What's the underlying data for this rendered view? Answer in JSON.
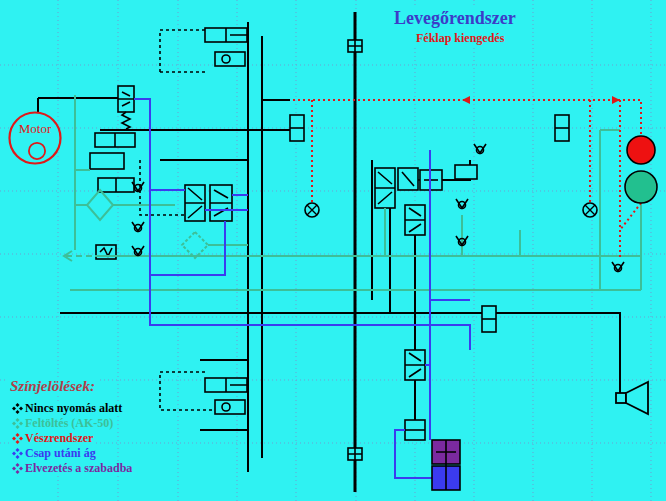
{
  "diagram": {
    "title": "Levegőrendszer",
    "nodes": [
      {
        "text": [
          "Motor"
        ]
      }
    ],
    "labels": [
      "Féklap kiengedés",
      "Színjelölések:"
    ],
    "legend": [
      {
        "text": "Nincs nyomás alatt",
        "color": "#000000"
      },
      {
        "text": "Feltöltés (AK-50)",
        "color": "#3dbf98"
      },
      {
        "text": "Vészrendszer",
        "color": "#e01818"
      },
      {
        "text": "Csap utáni ág",
        "color": "#3b3bef"
      },
      {
        "text": "Elvezetés a szabadba",
        "color": "#7b2aa0"
      }
    ]
  }
}
